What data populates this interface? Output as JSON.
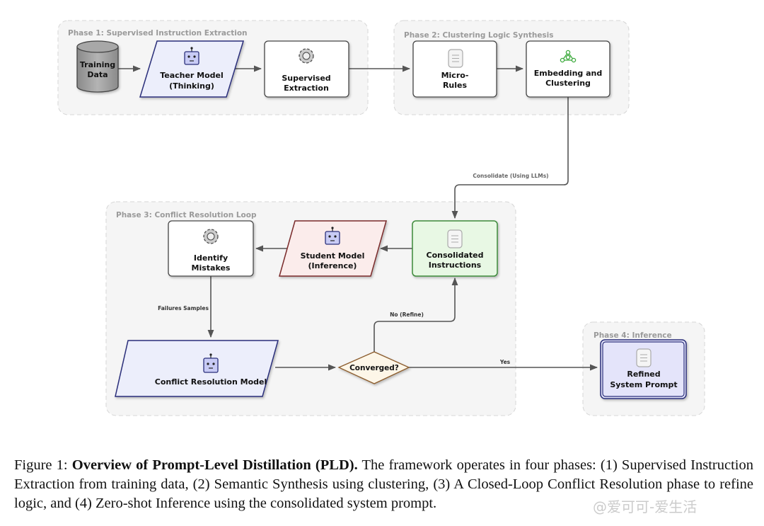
{
  "phases": [
    {
      "label": "Phase 1: Supervised Instruction Extraction"
    },
    {
      "label": "Phase 2: Clustering Logic Synthesis"
    },
    {
      "label": "Phase 3: Conflict Resolution Loop"
    },
    {
      "label": "Phase 4: Inference"
    }
  ],
  "nodes": {
    "training_data": {
      "line1": "Training",
      "line2": "Data",
      "icon": "database-cylinder"
    },
    "teacher_model": {
      "line1": "Teacher Model",
      "line2": "(Thinking)",
      "icon": "robot-icon"
    },
    "supervised_extraction": {
      "line1": "Supervised",
      "line2": "Extraction",
      "icon": "gear-icon"
    },
    "micro_rules": {
      "line1": "Micro-",
      "line2": "Rules",
      "icon": "document-icon"
    },
    "embedding_clustering": {
      "line1": "Embedding and",
      "line2": "Clustering",
      "icon": "cluster-graph-icon"
    },
    "consolidated_instructions": {
      "line1": "Consolidated",
      "line2": "Instructions",
      "icon": "document-icon"
    },
    "student_model": {
      "line1": "Student Model",
      "line2": "(Inference)",
      "icon": "robot-icon"
    },
    "identify_mistakes": {
      "line1": "Identify",
      "line2": "Mistakes",
      "icon": "gear-icon"
    },
    "conflict_resolution_model": {
      "line1": "Conflict Resolution Model",
      "icon": "robot-icon"
    },
    "converged": {
      "line1": "Converged?"
    },
    "refined_system_prompt": {
      "line1": "Refined",
      "line2": "System Prompt",
      "icon": "document-icon"
    }
  },
  "edges": {
    "consolidate": "Consolidate (Using LLMs)",
    "failures": "Failures Samples",
    "no_refine": "No (Refine)",
    "yes": "Yes"
  },
  "colors": {
    "teacher_fill": "#eceefb",
    "teacher_stroke": "#2a2f7a",
    "student_fill": "#fbeceb",
    "student_stroke": "#7a2a2a",
    "consolidated_fill": "#e8f8e4",
    "consolidated_stroke": "#3e8a3a",
    "decision_fill": "#fdf6e8",
    "decision_stroke": "#8a5a2a",
    "cluster_icon": "#3caa3c",
    "robot_fill": "#c8cbf5",
    "robot_stroke": "#2a2f7a"
  },
  "caption": {
    "prefix": "Figure 1: ",
    "title": "Overview of Prompt-Level Distillation (PLD).",
    "body": " The framework operates in four phases: (1) Supervised Instruction Extraction from training data, (2) Semantic Synthesis using clustering, (3) A Closed-Loop Conflict Resolution phase to refine logic, and (4) Zero-shot Inference using the consolidated system prompt."
  },
  "watermark": "@爱可可-爱生活"
}
